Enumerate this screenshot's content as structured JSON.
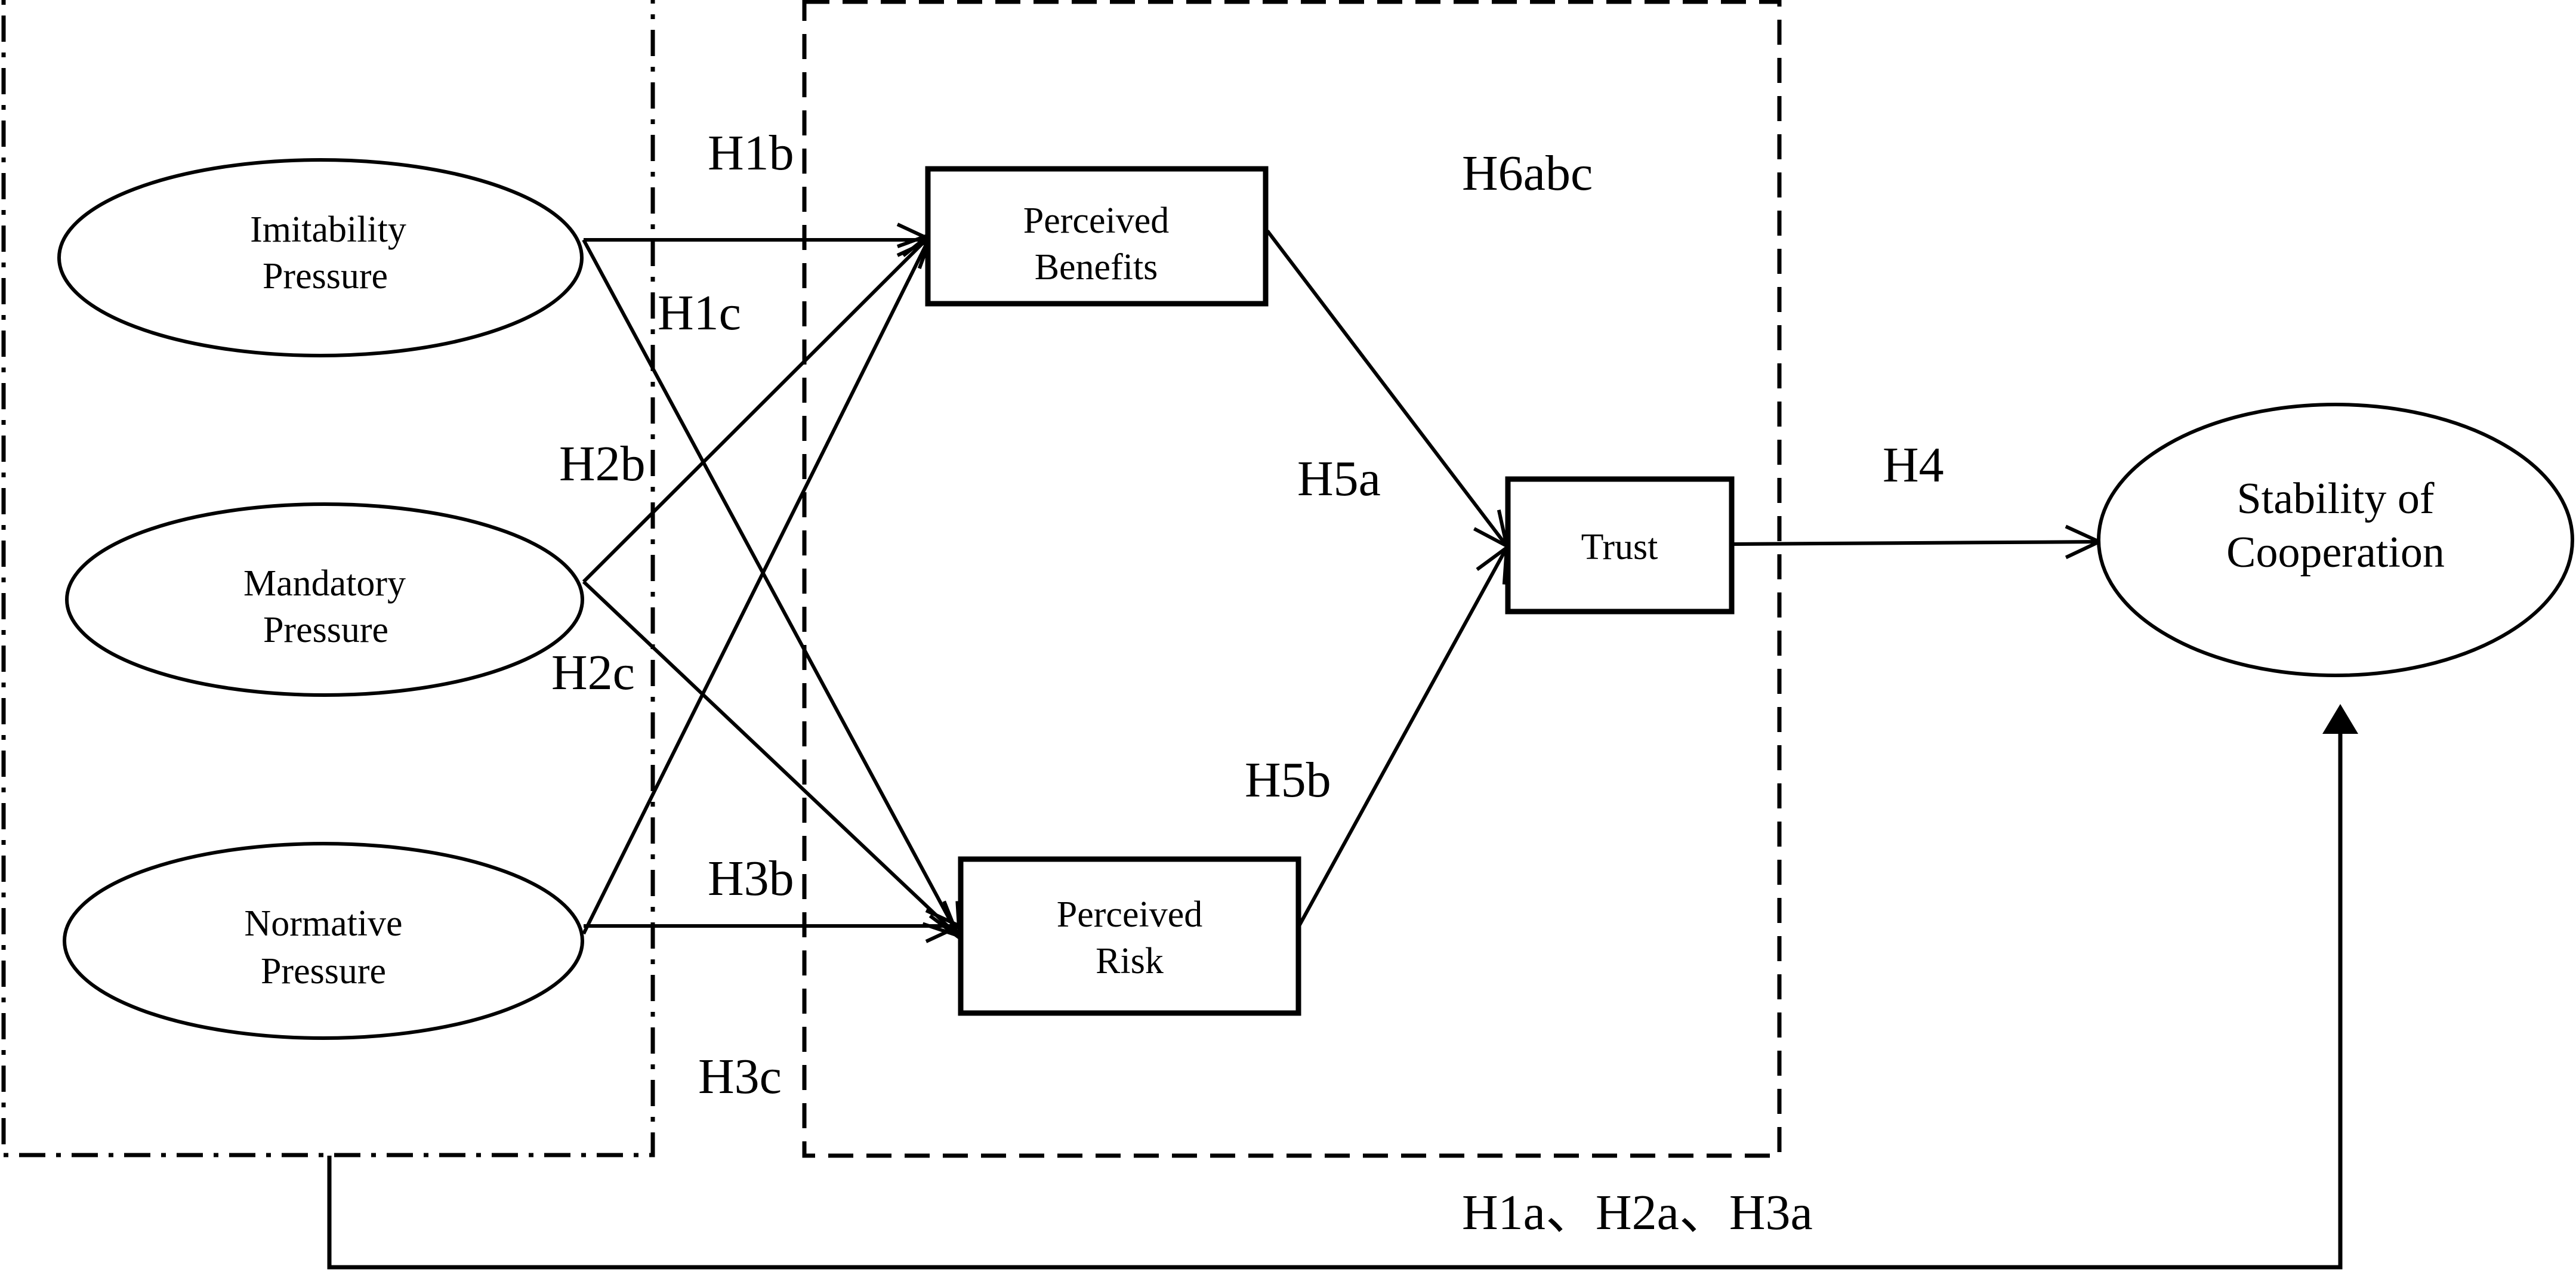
{
  "nodes": {
    "imitability": {
      "line1": "Imitability",
      "line2": "Pressure"
    },
    "mandatory": {
      "line1": "Mandatory",
      "line2": "Pressure"
    },
    "normative": {
      "line1": "Normative",
      "line2": "Pressure"
    },
    "benefits": {
      "line1": "Perceived",
      "line2": "Benefits"
    },
    "risk": {
      "line1": "Perceived",
      "line2": "Risk"
    },
    "trust": {
      "label": "Trust"
    },
    "stability": {
      "line1": "Stability of",
      "line2": "Cooperation"
    }
  },
  "labels": {
    "h1b": "H1b",
    "h1c": "H1c",
    "h2b": "H2b",
    "h2c": "H2c",
    "h3b": "H3b",
    "h3c": "H3c",
    "h4": "H4",
    "h5a": "H5a",
    "h5b": "H5b",
    "h6abc": "H6abc",
    "h1a_h2a_h3a": "H1a、H2a、H3a"
  },
  "colors": {
    "stroke": "#000000",
    "background": "#ffffff"
  }
}
